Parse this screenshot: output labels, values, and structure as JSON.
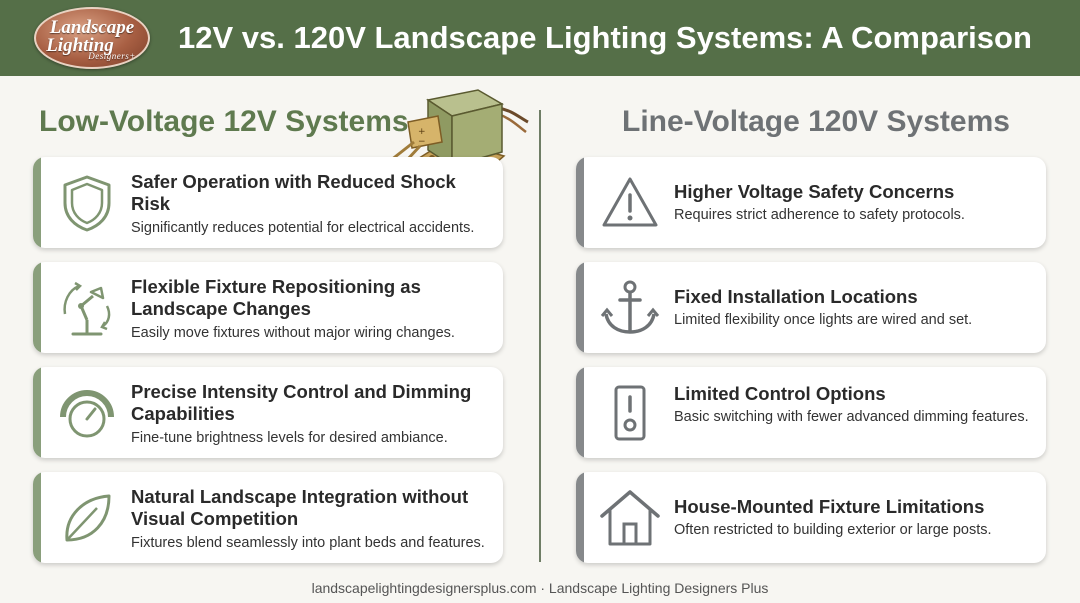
{
  "header": {
    "title": "12V vs. 120V Landscape Lighting Systems: A Comparison",
    "logo": {
      "line1": "Landscape",
      "line2": "Lighting",
      "line3": "Designers+"
    }
  },
  "left": {
    "heading": "Low-Voltage 12V Systems",
    "items": [
      {
        "icon": "shield-icon",
        "title": "Safer Operation with Reduced Shock Risk",
        "desc": "Significantly reduces potential for electrical accidents."
      },
      {
        "icon": "adjustable-lamp-icon",
        "title": "Flexible Fixture Repositioning as Landscape Changes",
        "desc": "Easily move fixtures without major wiring changes."
      },
      {
        "icon": "dimmer-dial-icon",
        "title": "Precise Intensity Control and Dimming Capabilities",
        "desc": "Fine-tune brightness levels for desired ambiance."
      },
      {
        "icon": "leaf-icon",
        "title": "Natural Landscape Integration without Visual Competition",
        "desc": "Fixtures blend seamlessly into plant beds and features."
      }
    ]
  },
  "right": {
    "heading": "Line-Voltage 120V Systems",
    "items": [
      {
        "icon": "warning-icon",
        "title": "Higher Voltage Safety Concerns",
        "desc": "Requires strict adherence to safety protocols."
      },
      {
        "icon": "anchor-icon",
        "title": "Fixed Installation Locations",
        "desc": "Limited flexibility once lights are wired and set."
      },
      {
        "icon": "toggle-switch-icon",
        "title": "Limited Control Options",
        "desc": "Basic switching with fewer advanced dimming features."
      },
      {
        "icon": "house-icon",
        "title": "House-Mounted Fixture Limitations",
        "desc": "Often restricted to building exterior or large posts."
      }
    ]
  },
  "footer": {
    "text": "landscapelightingdesignersplus.com · Landscape Lighting Designers Plus"
  },
  "colors": {
    "header": "#556f48",
    "green_accent": "#8a9f7c",
    "gray_accent": "#86898b",
    "left_heading": "#5f7a4f",
    "right_heading": "#6e7275"
  }
}
